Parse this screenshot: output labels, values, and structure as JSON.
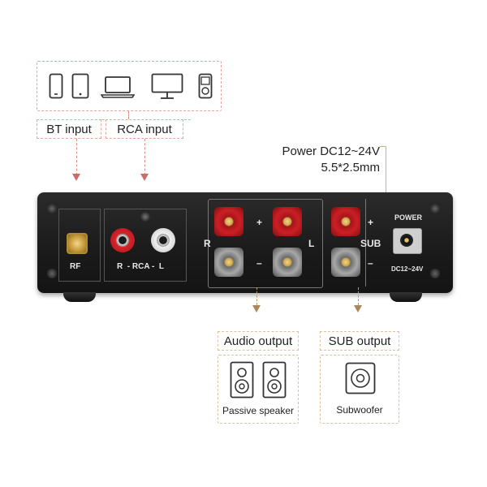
{
  "devices": [
    {
      "name": "phone-icon"
    },
    {
      "name": "tablet-icon"
    },
    {
      "name": "laptop-icon"
    },
    {
      "name": "monitor-icon"
    },
    {
      "name": "music-player-icon"
    }
  ],
  "labels": {
    "bt_input": "BT input",
    "rca_input": "RCA input",
    "power_line1": "Power DC12~24V",
    "power_line2": "5.5*2.5mm",
    "audio_output": "Audio output",
    "sub_output": "SUB output",
    "passive_speaker": "Passive speaker",
    "subwoofer": "Subwoofer"
  },
  "panel": {
    "rf": "RF",
    "rca": "R  - RCA -  L",
    "r": "R",
    "l": "L",
    "plus": "+",
    "minus": "–",
    "sub": "SUB",
    "power": "POWER",
    "dc": "DC12~24V"
  },
  "colors": {
    "accent_red": "#e7a49d",
    "accent_gold": "#dcc29c",
    "panel": "#1e1e1e",
    "rca_red": "#d8232a",
    "terminal_red": "#cc1f24"
  }
}
